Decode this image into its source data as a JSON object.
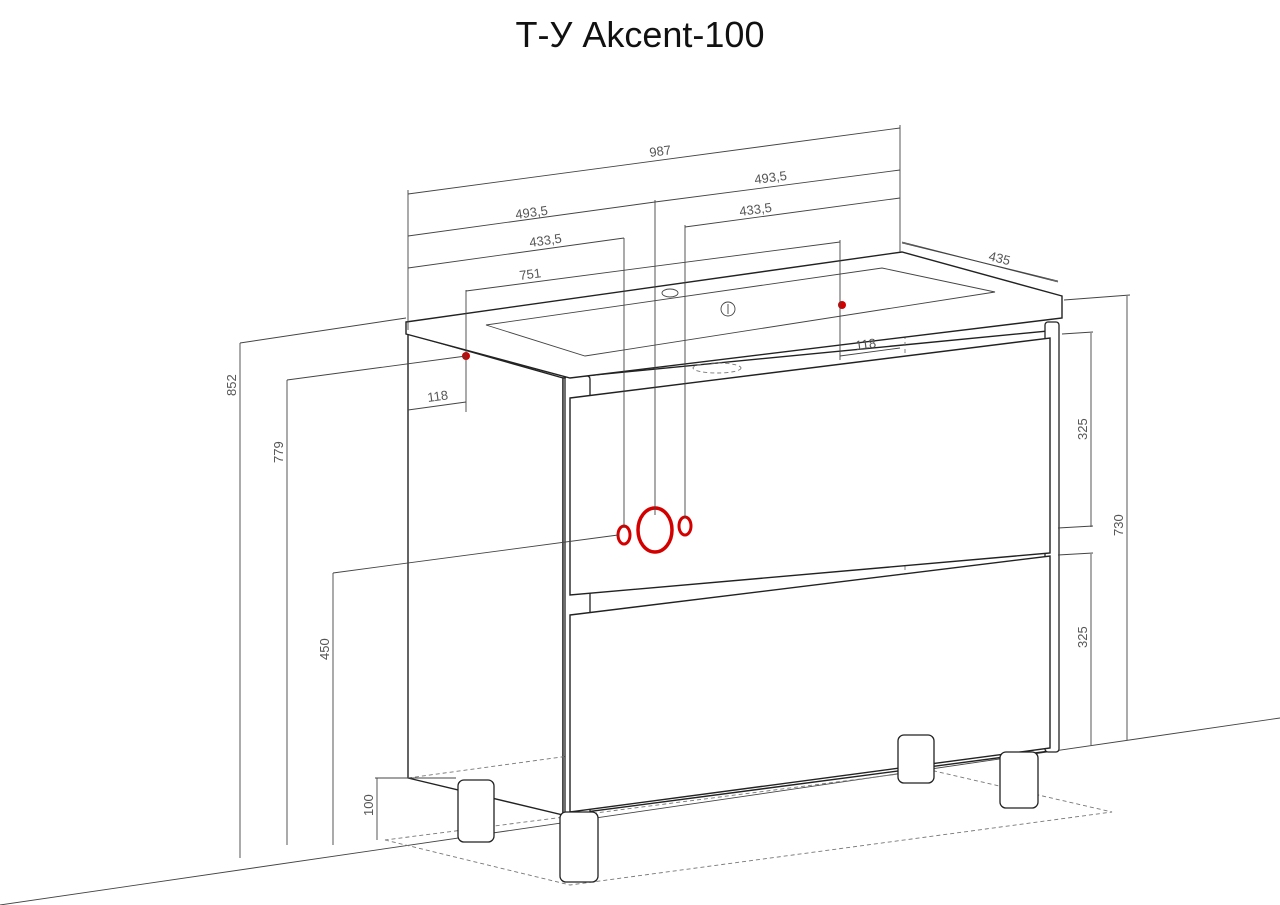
{
  "title": "Т-У Akcent-100",
  "colors": {
    "accent": "#d40000",
    "line": "#222222",
    "text": "#555555"
  },
  "dimensions": {
    "total_width": "987",
    "half_width_right": "493,5",
    "half_width_left": "493,5",
    "inner_right": "433,5",
    "inner_left": "433,5",
    "basin_width": "751",
    "depth": "435",
    "offset_right": "118",
    "offset_left": "118",
    "total_height": "852",
    "counter_height": "779",
    "body_height": "730",
    "drawer_top": "325",
    "drawer_bottom": "325",
    "pipe_height": "450",
    "leg_height": "100"
  }
}
